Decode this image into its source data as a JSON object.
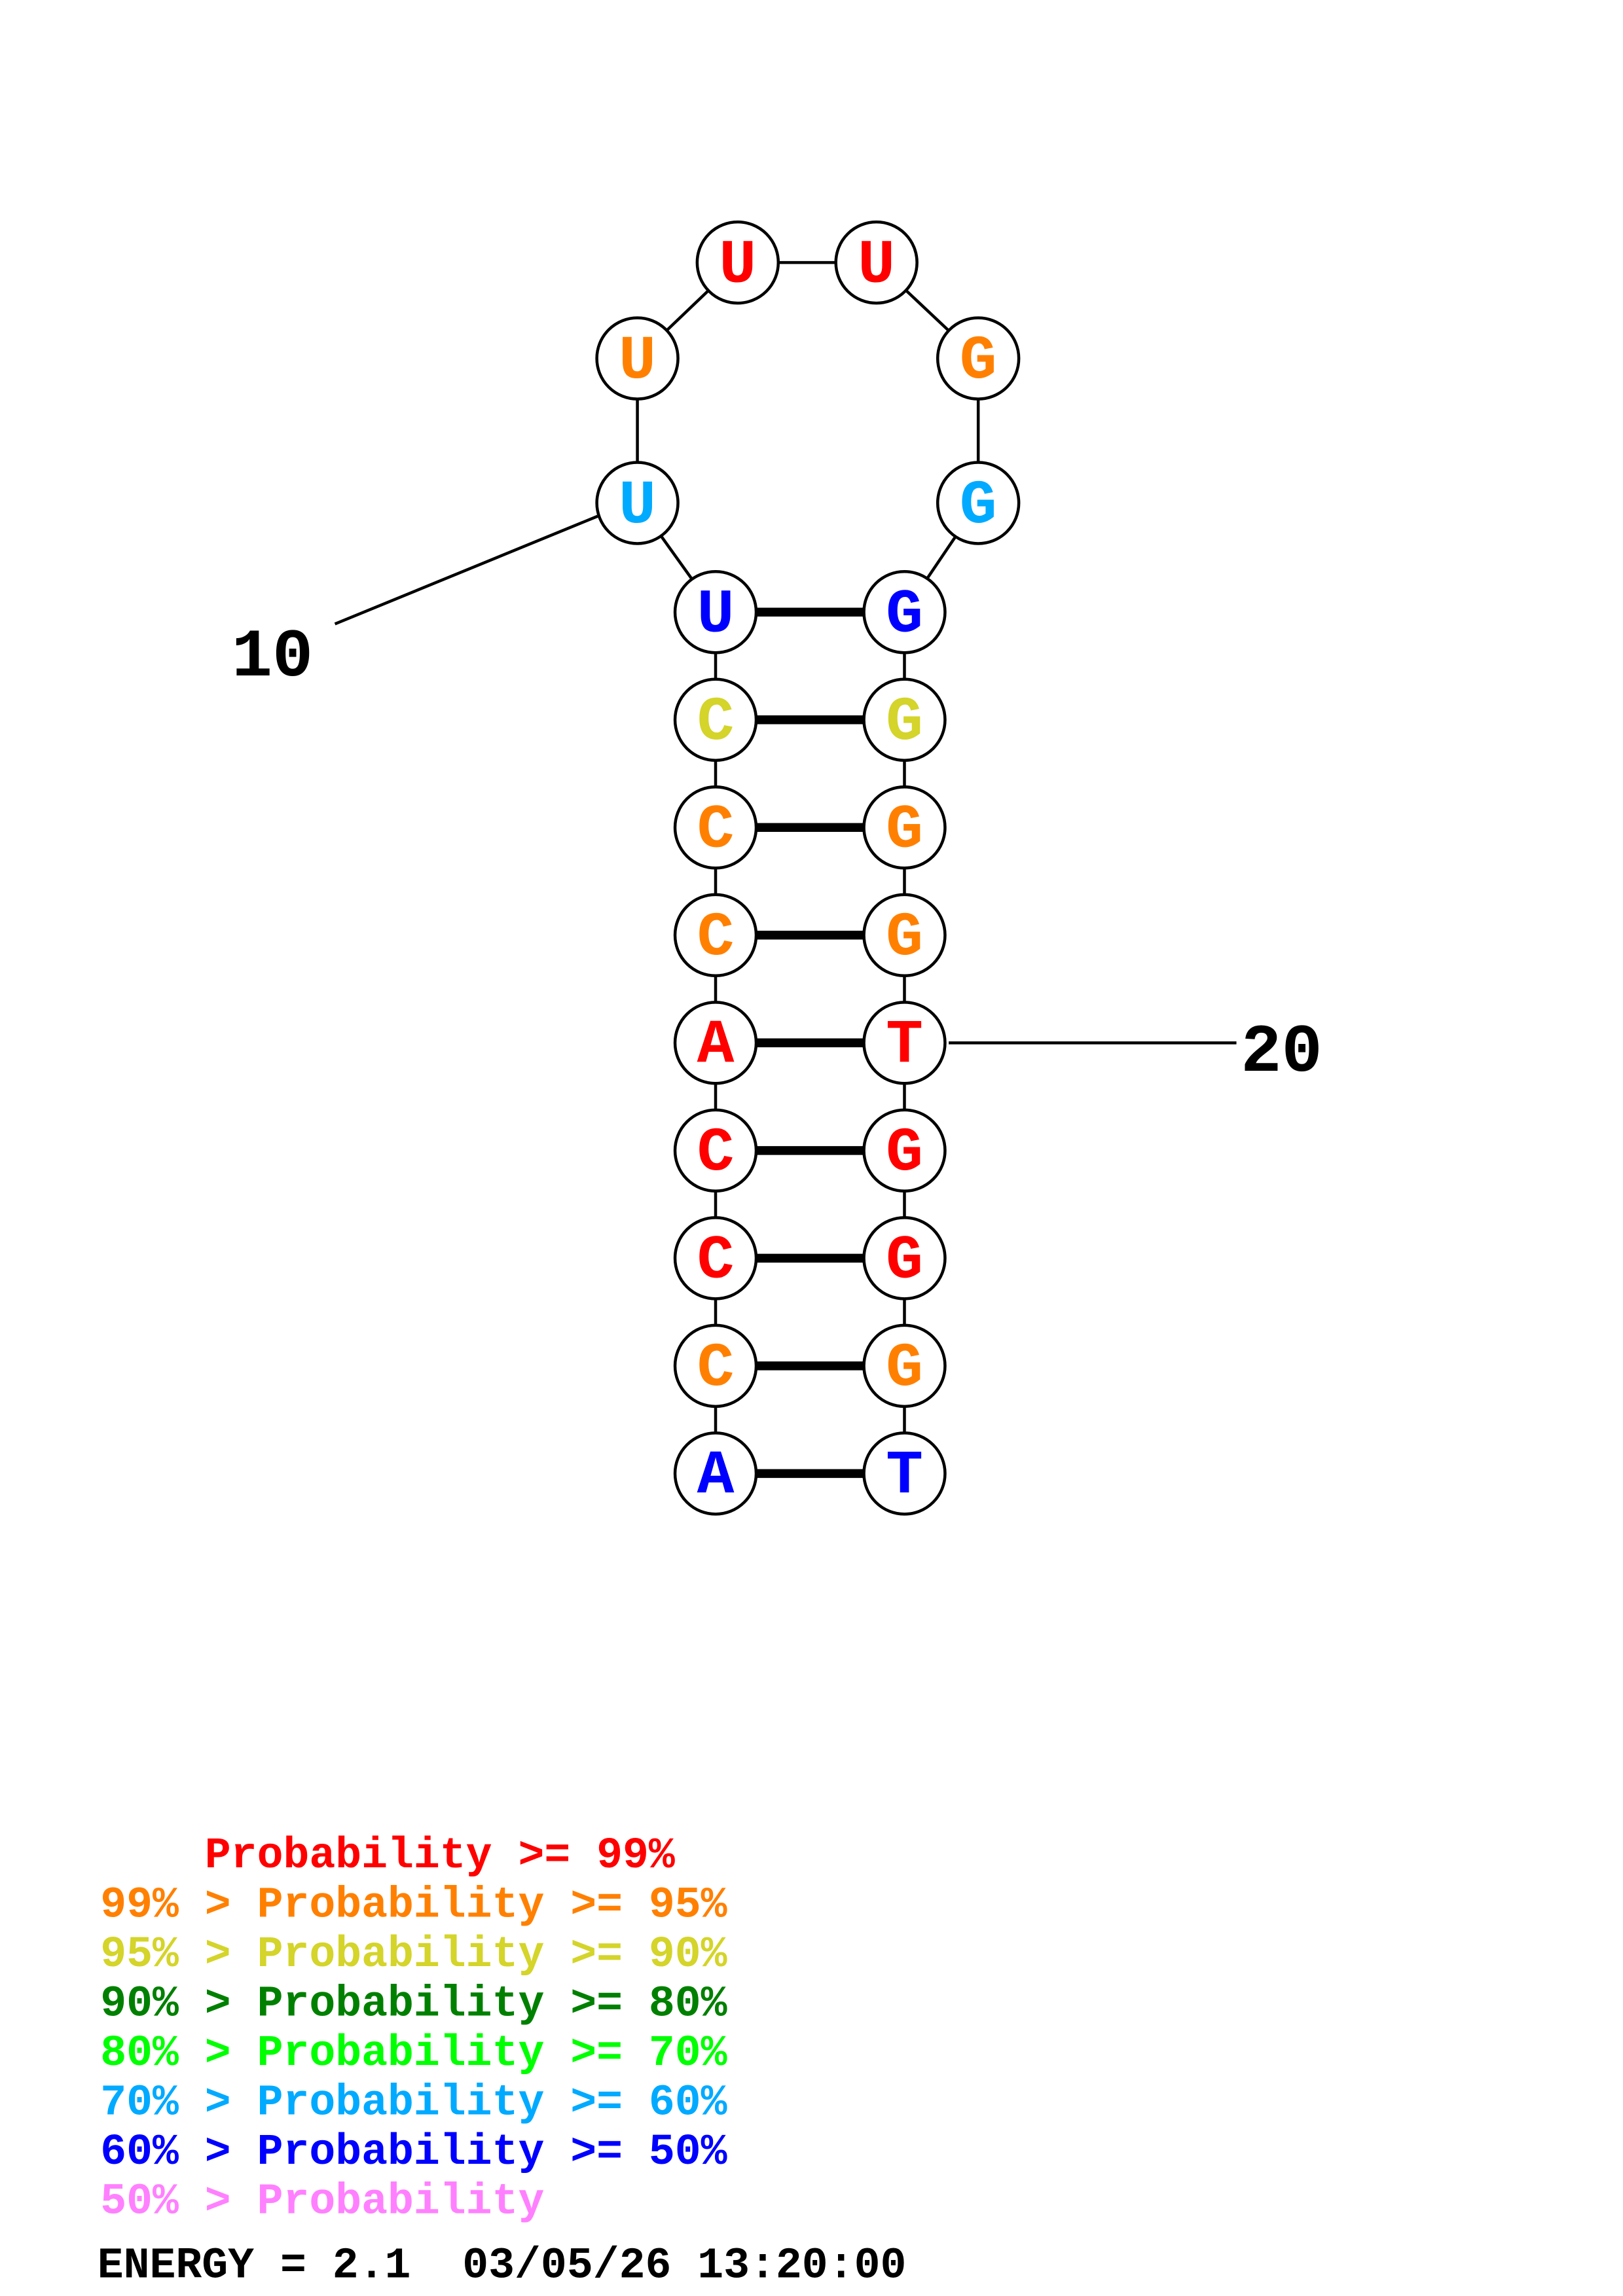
{
  "colors": {
    "p99": "#ff0000",
    "p95": "#ff8000",
    "p90": "#d4d42a",
    "p80": "#008000",
    "p70": "#00ff00",
    "p60": "#00aaff",
    "p50": "#0000ff",
    "plow": "#ff80ff"
  },
  "sequence": [
    {
      "base": "A",
      "prob": "p50"
    },
    {
      "base": "C",
      "prob": "p95"
    },
    {
      "base": "C",
      "prob": "p99"
    },
    {
      "base": "C",
      "prob": "p99"
    },
    {
      "base": "A",
      "prob": "p99"
    },
    {
      "base": "C",
      "prob": "p95"
    },
    {
      "base": "C",
      "prob": "p95"
    },
    {
      "base": "C",
      "prob": "p90"
    },
    {
      "base": "U",
      "prob": "p50"
    },
    {
      "base": "U",
      "prob": "p60"
    },
    {
      "base": "U",
      "prob": "p95"
    },
    {
      "base": "U",
      "prob": "p99"
    },
    {
      "base": "U",
      "prob": "p99"
    },
    {
      "base": "G",
      "prob": "p95"
    },
    {
      "base": "G",
      "prob": "p60"
    },
    {
      "base": "G",
      "prob": "p50"
    },
    {
      "base": "G",
      "prob": "p90"
    },
    {
      "base": "G",
      "prob": "p95"
    },
    {
      "base": "G",
      "prob": "p95"
    },
    {
      "base": "T",
      "prob": "p99"
    },
    {
      "base": "G",
      "prob": "p99"
    },
    {
      "base": "G",
      "prob": "p99"
    },
    {
      "base": "G",
      "prob": "p95"
    },
    {
      "base": "T",
      "prob": "p50"
    }
  ],
  "position_labels": {
    "label_10": "10",
    "label_20": "20"
  },
  "legend": [
    {
      "prefix": "    ",
      "text": "Probability >= 99%",
      "color": "p99",
      "full": "    Probability >= 99%"
    },
    {
      "full": "99% > Probability >= 95%",
      "color": "p95"
    },
    {
      "full": "95% > Probability >= 90%",
      "color": "p90"
    },
    {
      "full": "90% > Probability >= 80%",
      "color": "p80"
    },
    {
      "full": "80% > Probability >= 70%",
      "color": "p70"
    },
    {
      "full": "70% > Probability >= 60%",
      "color": "p60"
    },
    {
      "full": "60% > Probability >= 50%",
      "color": "p50"
    },
    {
      "full": "50% > Probability",
      "color": "plow"
    }
  ],
  "footer": {
    "energy": "ENERGY = 2.1",
    "timestamp": "03/05/26 13:20:00"
  }
}
